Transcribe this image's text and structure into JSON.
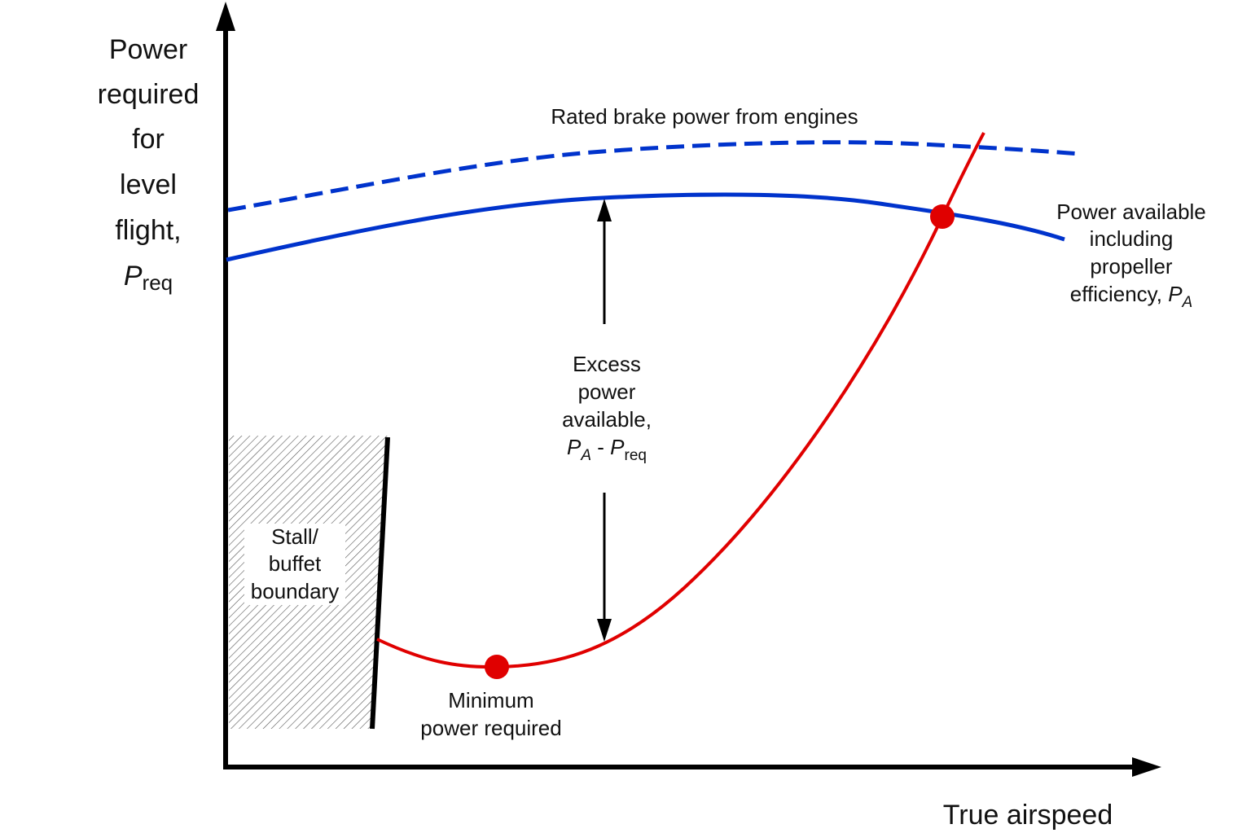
{
  "y_axis_label": {
    "lines": [
      "Power",
      "required",
      "for",
      "level",
      "flight,"
    ],
    "symbol": "P",
    "subscript": "req"
  },
  "x_axis_label": "True airspeed",
  "curves": {
    "rated_brake_power": {
      "label": "Rated brake power from engines",
      "color": "#0033cc",
      "style": "dashed"
    },
    "power_available": {
      "label_lines": [
        "Power available",
        "including",
        "propeller"
      ],
      "label_last": "efficiency, ",
      "symbol": "P",
      "subscript": "A",
      "color": "#0033cc"
    },
    "power_required": {
      "color": "#e00000"
    }
  },
  "excess_power": {
    "lines": [
      "Excess",
      "power",
      "available,"
    ],
    "formula": {
      "p1": "P",
      "s1": "A",
      "minus": " - ",
      "p2": "P",
      "s2": "req"
    }
  },
  "min_power": {
    "lines": [
      "Minimum",
      "power required"
    ]
  },
  "stall_region": {
    "lines": [
      "Stall/",
      "buffet",
      "boundary"
    ]
  }
}
